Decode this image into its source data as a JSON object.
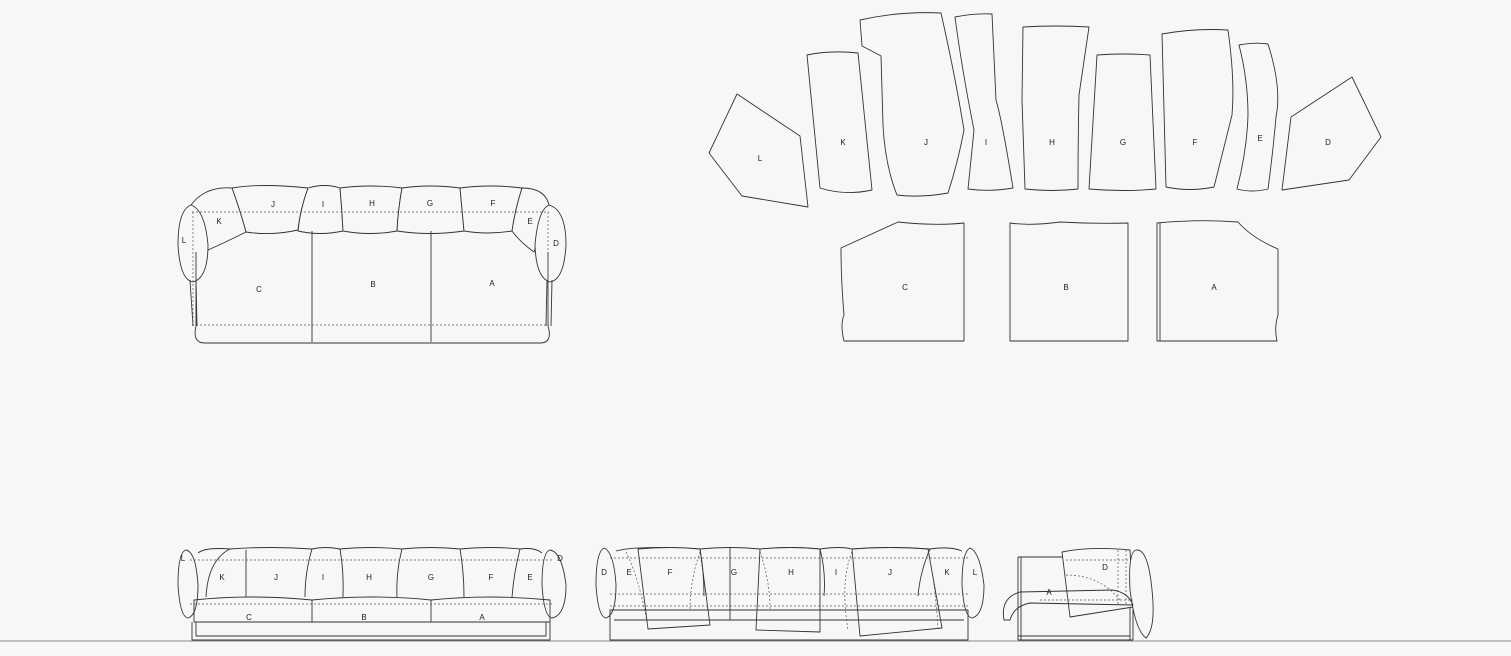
{
  "colors": {
    "background": "#f7f7f7",
    "line": "#333333",
    "text": "#222222"
  },
  "front_view": {
    "back_labels": [
      "J",
      "I",
      "H",
      "G",
      "F"
    ],
    "side_labels": [
      "L",
      "K",
      "E",
      "D"
    ],
    "seat_labels": [
      "C",
      "B",
      "A"
    ]
  },
  "cover_pieces": {
    "upper": [
      "L",
      "K",
      "J",
      "I",
      "H",
      "G",
      "F",
      "E",
      "D"
    ],
    "lower": [
      "C",
      "B",
      "A"
    ]
  },
  "elevation_front": {
    "labels": [
      "L",
      "K",
      "J",
      "I",
      "H",
      "G",
      "F",
      "E",
      "D"
    ],
    "seat_labels": [
      "C",
      "B",
      "A"
    ]
  },
  "elevation_back": {
    "labels": [
      "D",
      "E",
      "F",
      "G",
      "H",
      "I",
      "J",
      "K",
      "L"
    ]
  },
  "elevation_side": {
    "labels": [
      "D",
      "A"
    ]
  }
}
